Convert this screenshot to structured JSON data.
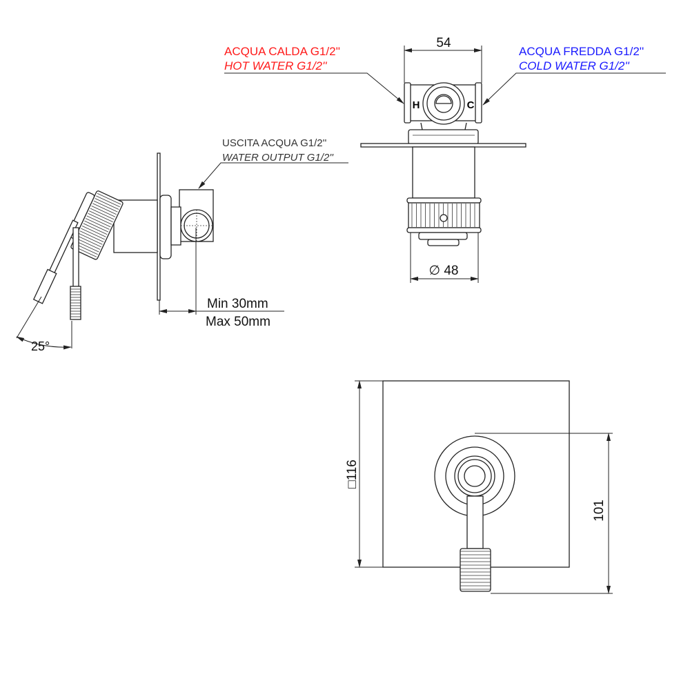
{
  "labels": {
    "hot_it": "ACQUA CALDA G1/2''",
    "hot_en": "HOT WATER G1/2''",
    "cold_it": "ACQUA FREDDA G1/2''",
    "cold_en": "COLD WATER G1/2''",
    "out_it": "USCITA ACQUA G1/2''",
    "out_en": "WATER OUTPUT G1/2''",
    "hot_marker": "H",
    "cold_marker": "C"
  },
  "dimensions": {
    "width_top": "54",
    "diameter": "∅ 48",
    "min_depth": "Min 30mm",
    "max_depth": "Max 50mm",
    "angle": "25°",
    "plate_size": "□116",
    "height_total": "101"
  },
  "colors": {
    "hot": "#ff1a1a",
    "cold": "#1a1aff",
    "output": "#333333"
  }
}
